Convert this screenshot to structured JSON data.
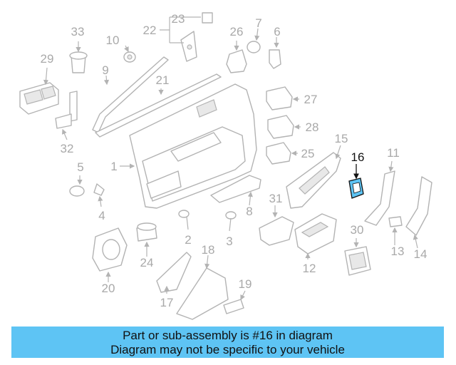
{
  "callouts": [
    "1",
    "2",
    "3",
    "4",
    "5",
    "6",
    "7",
    "8",
    "9",
    "10",
    "11",
    "12",
    "13",
    "14",
    "15",
    "16",
    "17",
    "18",
    "19",
    "20",
    "21",
    "22",
    "23",
    "24",
    "25",
    "26",
    "27",
    "28",
    "29",
    "30",
    "31",
    "32",
    "33"
  ],
  "highlighted_callout": "16",
  "banner": {
    "line1": "Part or sub-assembly is #16 in diagram",
    "line2": "Diagram may not be specific to your vehicle"
  },
  "colors": {
    "banner": "#5ec4f4",
    "highlight_part": "#5ec4f4",
    "line_art": "#b3b3b3"
  }
}
